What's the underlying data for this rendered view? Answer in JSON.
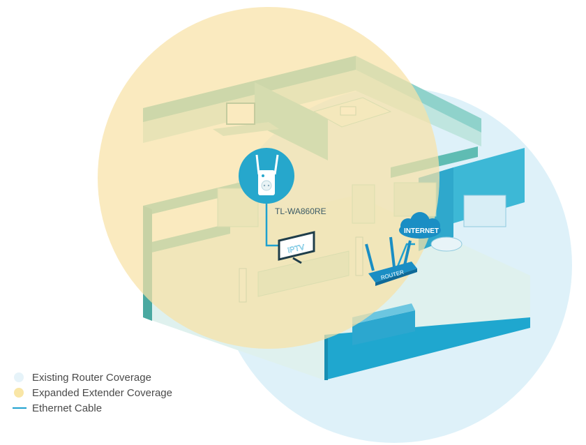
{
  "diagram": {
    "extender_label": "TL-WA860RE",
    "iptv_label": "IPTV",
    "router_label": "ROUTER",
    "internet_label": "INTERNET"
  },
  "legend": [
    {
      "label": "Existing Router Coverage",
      "color": "#e6f3f9",
      "kind": "dot"
    },
    {
      "label": "Expanded Extender Coverage",
      "color": "#f9e6a6",
      "kind": "dot"
    },
    {
      "label": "Ethernet Cable",
      "color": "#1fa1cf",
      "kind": "line"
    }
  ],
  "colors": {
    "router_coverage": "#bfe3f3",
    "extender_coverage": "#f7e0a0",
    "ethernet": "#1fa1cf",
    "house_wall": "#6fc7c0",
    "house_floor": "#cde9e4",
    "device_blue": "#1a8ec4"
  }
}
